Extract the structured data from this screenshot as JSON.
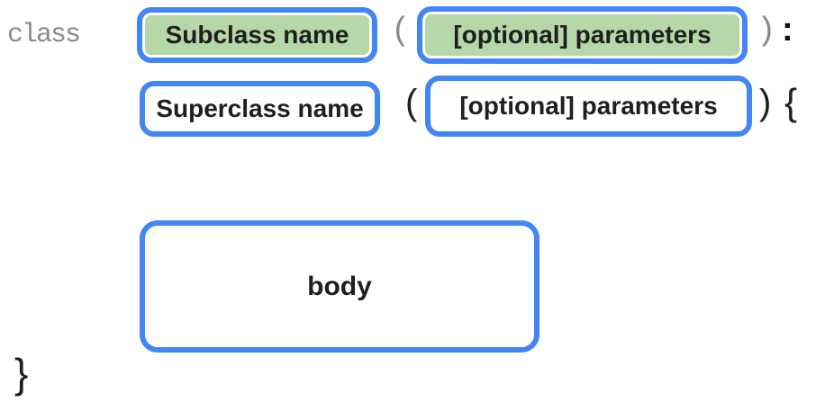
{
  "line1": {
    "keyword": "class",
    "subclass_box": "Subclass name",
    "open_paren": "(",
    "params_box": "[optional] parameters",
    "close_paren": ")",
    "colon": ":"
  },
  "line2": {
    "superclass_box": "Superclass name",
    "open_paren": "(",
    "params_box": "[optional] parameters",
    "close_paren": ")",
    "open_brace": "{"
  },
  "body_box": "body",
  "close_brace": "}",
  "colors": {
    "border_blue": "#4285F4",
    "fill_green": "#B6D7A8",
    "keyword_gray": "#8A8A8A",
    "text_black": "#1F1F1F"
  }
}
